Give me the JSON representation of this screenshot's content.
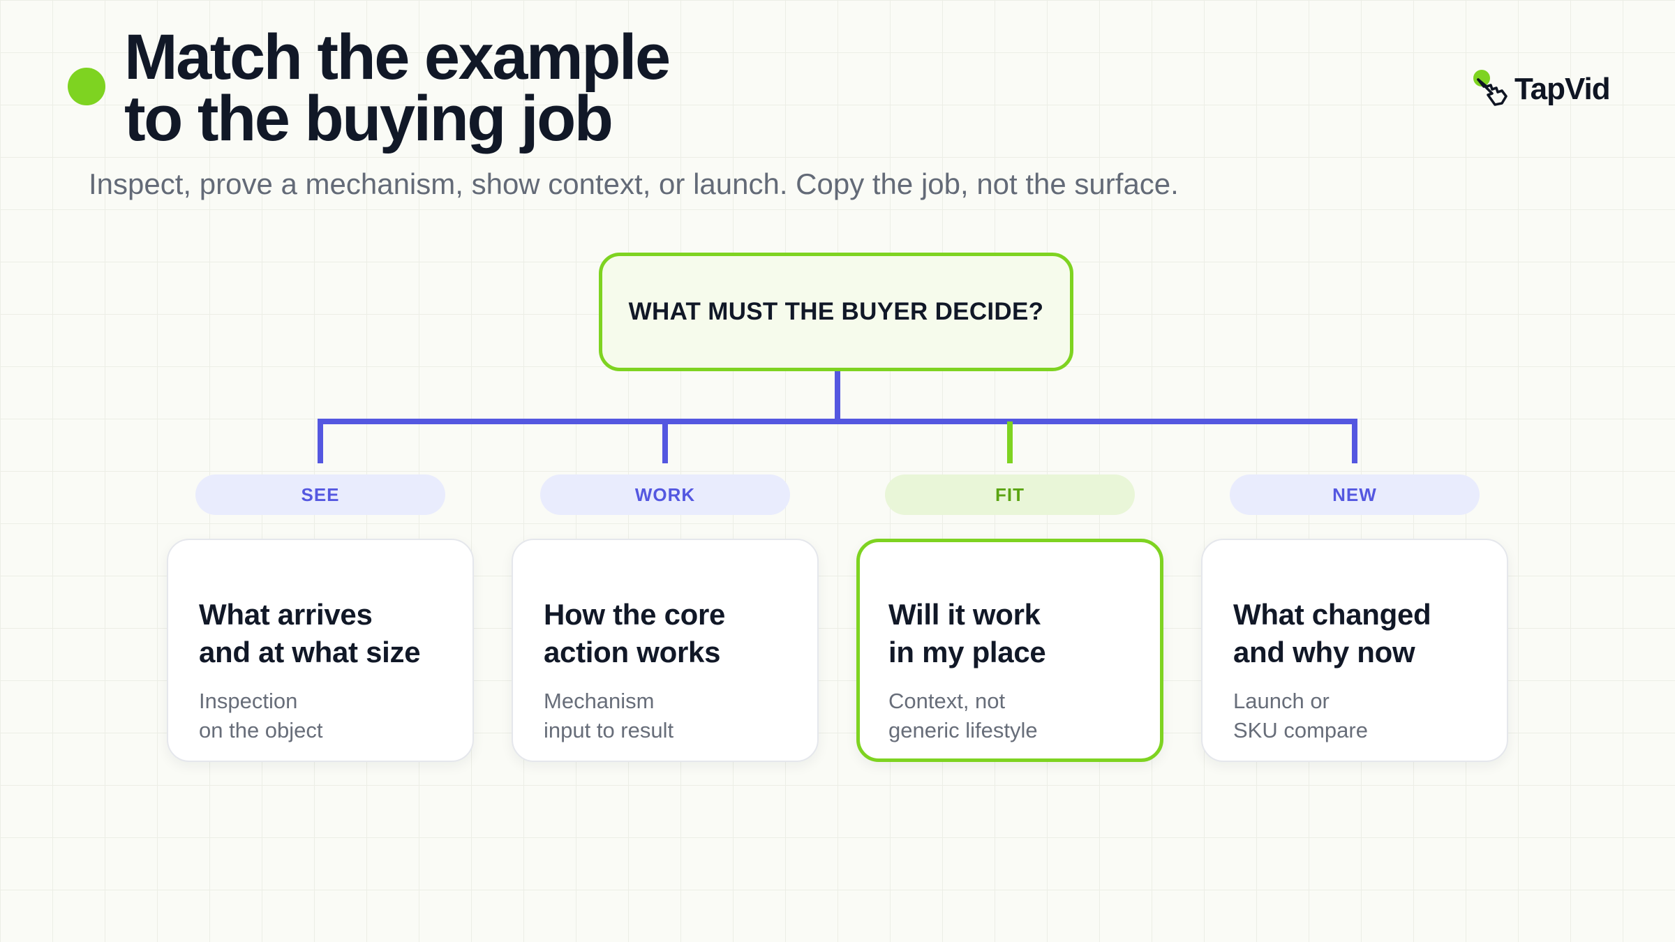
{
  "header": {
    "title_lines": [
      "Match the example",
      "to the buying job"
    ],
    "subtitle": "Inspect, prove a mechanism, show context, or launch. Copy the job, not the surface."
  },
  "brand": {
    "name": "TapVid",
    "icon": "pointing-hand-icon"
  },
  "colors": {
    "accent_green": "#7ed321",
    "connector_blue": "#5457e0",
    "ink": "#111827",
    "muted": "#676d79"
  },
  "diagram": {
    "root": {
      "label": "WHAT MUST THE BUYER DECIDE?"
    },
    "branches": [
      {
        "tag": "SEE",
        "title_lines": [
          "What arrives",
          "and at what size"
        ],
        "desc_lines": [
          "Inspection",
          "on the object"
        ],
        "highlighted": false
      },
      {
        "tag": "WORK",
        "title_lines": [
          "How the core",
          "action works"
        ],
        "desc_lines": [
          "Mechanism",
          "input to result"
        ],
        "highlighted": false
      },
      {
        "tag": "FIT",
        "title_lines": [
          "Will it work",
          "in my place"
        ],
        "desc_lines": [
          "Context, not",
          "generic lifestyle"
        ],
        "highlighted": true
      },
      {
        "tag": "NEW",
        "title_lines": [
          "What changed",
          "and why now"
        ],
        "desc_lines": [
          "Launch or",
          "SKU compare"
        ],
        "highlighted": false
      }
    ]
  }
}
